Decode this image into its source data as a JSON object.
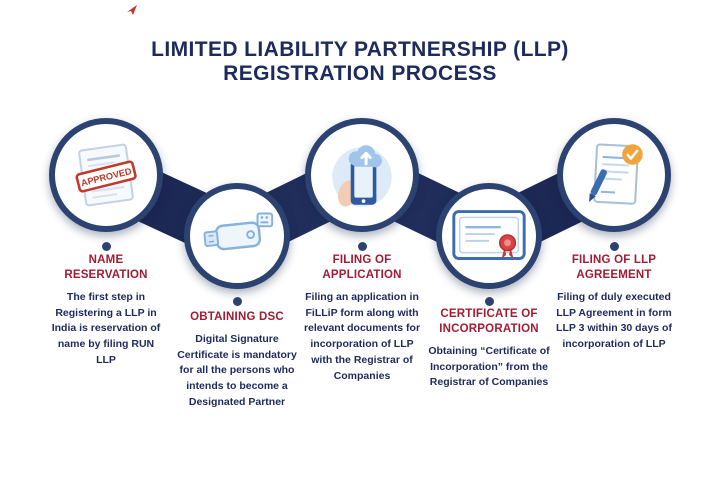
{
  "title": "LIMITED LIABILITY PARTNERSHIP (LLP)\nREGISTRATION PROCESS",
  "stamp_text": "APPROVED",
  "steps": [
    {
      "title": "NAME RESERVATION",
      "description": "The first step in Registering a LLP in India is reservation of name by filing RUN LLP",
      "icon": "approved-stamp-icon"
    },
    {
      "title": "OBTAINING DSC",
      "description": "Digital Signature Certificate is mandatory for all the persons who intends to become a Designated Partner",
      "icon": "usb-dsc-token-icon"
    },
    {
      "title": "FILING OF APPLICATION",
      "description": "Filing an application in FiLLiP form along with relevant documents for incorporation of LLP with the Registrar of Companies",
      "icon": "cloud-upload-phone-icon"
    },
    {
      "title": "CERTIFICATE OF INCORPORATION",
      "description": "Obtaining “Certificate of Incorporation” from the Registrar of Companies",
      "icon": "certificate-ribbon-icon"
    },
    {
      "title": "FILING OF LLP AGREEMENT",
      "description": "Filing of duly executed LLP Agreement in form LLP 3 within 30 days of incorporation of LLP",
      "icon": "signed-agreement-icon"
    }
  ],
  "colors": {
    "navy": "#1d2a5c",
    "maroon": "#a11c33",
    "ribbon_navy": "#1e2a57",
    "circle_border": "#2c4270",
    "icon_blue": "#3c6cb0",
    "icon_light_blue": "#9fc5ea",
    "stamp_red": "#c0392b",
    "check_orange": "#f2a33c"
  }
}
